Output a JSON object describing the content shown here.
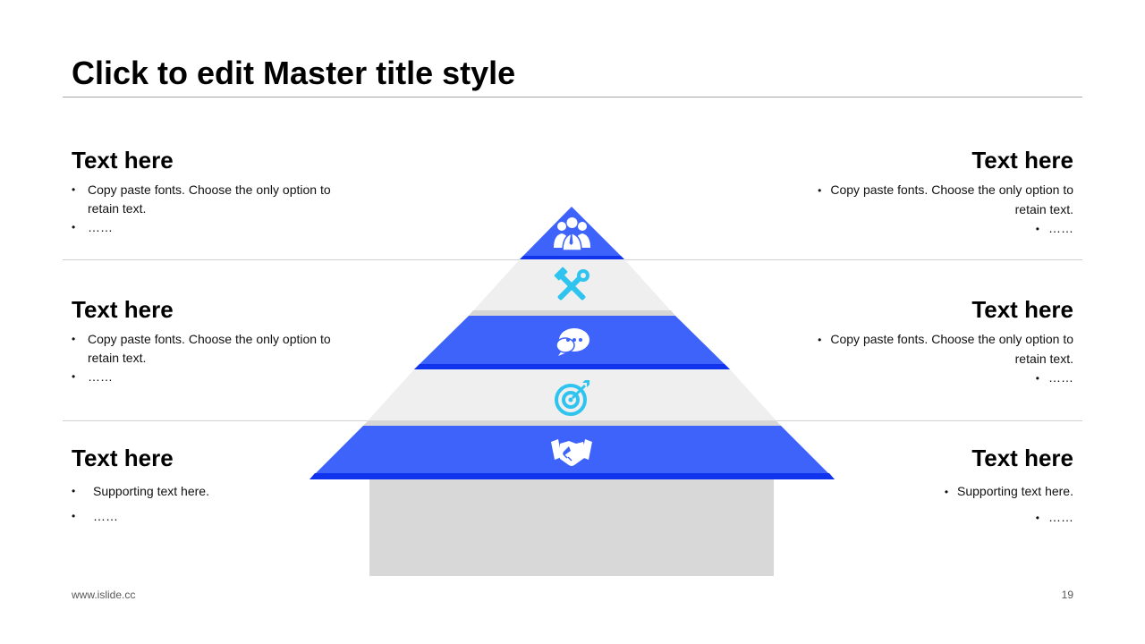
{
  "slide": {
    "title": "Click to edit Master title style",
    "footer_url": "www.islide.cc",
    "page_number": "19"
  },
  "colors": {
    "blue": "#3d63fa",
    "blue_dark": "#1033ee",
    "gray_band": "#efefef",
    "gray_shade": "#d6d6d6",
    "base": "#d8d8d8",
    "cyan": "#2ec4ef"
  },
  "blocks": {
    "top_left": {
      "heading": "Text here",
      "bullets": [
        "Copy paste fonts. Choose the only option to retain text.",
        "……"
      ]
    },
    "top_right": {
      "heading": "Text here",
      "bullets": [
        "Copy paste fonts. Choose the only option to retain text.",
        "……"
      ]
    },
    "mid_left": {
      "heading": "Text here",
      "bullets": [
        "Copy paste fonts. Choose the only option to retain text.",
        "……"
      ]
    },
    "mid_right": {
      "heading": "Text here",
      "bullets": [
        "Copy paste fonts. Choose the only option to retain text.",
        "……"
      ]
    },
    "bot_left": {
      "heading": "Text here",
      "bullets": [
        "Supporting text here.",
        "……"
      ]
    },
    "bot_right": {
      "heading": "Text here",
      "bullets": [
        "Supporting text here.",
        "……"
      ]
    }
  },
  "pyramid_icons": [
    "team-icon",
    "tools-icon",
    "chat-icon",
    "target-icon",
    "handshake-icon"
  ]
}
